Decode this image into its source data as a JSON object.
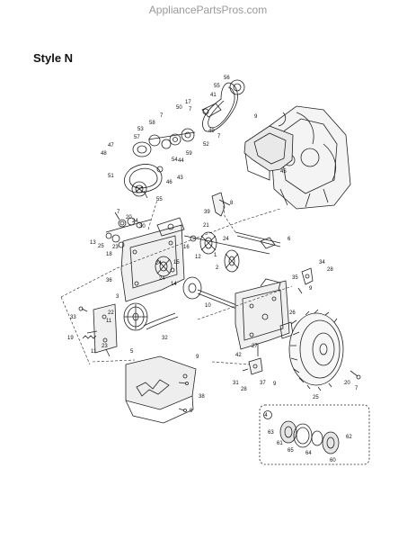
{
  "site_watermark": "AppliancePartsPros.com",
  "style_label": "Style N",
  "inset_label": "4",
  "callouts": [
    {
      "n": "56"
    },
    {
      "n": "55"
    },
    {
      "n": "41"
    },
    {
      "n": "7"
    },
    {
      "n": "50"
    },
    {
      "n": "17"
    },
    {
      "n": "7"
    },
    {
      "n": "58"
    },
    {
      "n": "53"
    },
    {
      "n": "49"
    },
    {
      "n": "7"
    },
    {
      "n": "9"
    },
    {
      "n": "57"
    },
    {
      "n": "52"
    },
    {
      "n": "47"
    },
    {
      "n": "48"
    },
    {
      "n": "44"
    },
    {
      "n": "59"
    },
    {
      "n": "54"
    },
    {
      "n": "43"
    },
    {
      "n": "46"
    },
    {
      "n": "51"
    },
    {
      "n": "55"
    },
    {
      "n": "45"
    },
    {
      "n": "8"
    },
    {
      "n": "39"
    },
    {
      "n": "7"
    },
    {
      "n": "20"
    },
    {
      "n": "24"
    },
    {
      "n": "30"
    },
    {
      "n": "21"
    },
    {
      "n": "13"
    },
    {
      "n": "25"
    },
    {
      "n": "23"
    },
    {
      "n": "18"
    },
    {
      "n": "16"
    },
    {
      "n": "12"
    },
    {
      "n": "24"
    },
    {
      "n": "6"
    },
    {
      "n": "1"
    },
    {
      "n": "24"
    },
    {
      "n": "15"
    },
    {
      "n": "2"
    },
    {
      "n": "34"
    },
    {
      "n": "28"
    },
    {
      "n": "36"
    },
    {
      "n": "24"
    },
    {
      "n": "14"
    },
    {
      "n": "35"
    },
    {
      "n": "9"
    },
    {
      "n": "3"
    },
    {
      "n": "10"
    },
    {
      "n": "26"
    },
    {
      "n": "33"
    },
    {
      "n": "22"
    },
    {
      "n": "11"
    },
    {
      "n": "32"
    },
    {
      "n": "19"
    },
    {
      "n": "23"
    },
    {
      "n": "5"
    },
    {
      "n": "11"
    },
    {
      "n": "42"
    },
    {
      "n": "27"
    },
    {
      "n": "9"
    },
    {
      "n": "31"
    },
    {
      "n": "37"
    },
    {
      "n": "9"
    },
    {
      "n": "20"
    },
    {
      "n": "7"
    },
    {
      "n": "38"
    },
    {
      "n": "28"
    },
    {
      "n": "25"
    },
    {
      "n": "9"
    },
    {
      "n": "63"
    },
    {
      "n": "61"
    },
    {
      "n": "65"
    },
    {
      "n": "64"
    },
    {
      "n": "62"
    },
    {
      "n": "60"
    }
  ]
}
